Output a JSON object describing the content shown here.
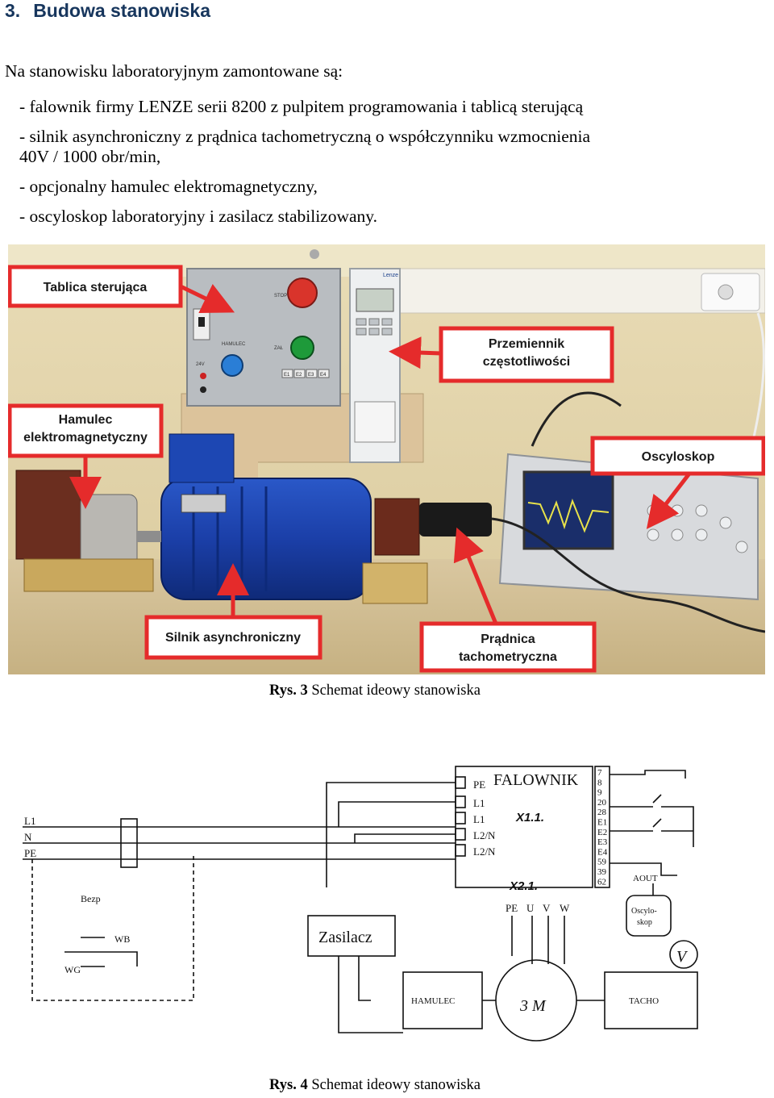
{
  "section": {
    "number": "3.",
    "title": "Budowa stanowiska"
  },
  "intro": "Na stanowisku laboratoryjnym zamontowane są:",
  "items": [
    "- falownik firmy LENZE serii 8200 z pulpitem programowania i tablicą sterującą",
    "- silnik asynchroniczny z prądnica tachometryczną o współczynniku wzmocnienia",
    "40V / 1000 obr/min,",
    "- opcjonalny hamulec elektromagnetyczny,",
    "- oscyloskop laboratoryjny i zasilacz stabilizowany."
  ],
  "photo_labels": {
    "tablica": "Tablica sterująca",
    "przemiennik_1": "Przemiennik",
    "przemiennik_2": "częstotliwości",
    "hamulec_1": "Hamulec",
    "hamulec_2": "elektromagnetyczny",
    "oscyloskop": "Oscyloskop",
    "silnik": "Silnik asynchroniczny",
    "pradnica_1": "Prądnica",
    "pradnica_2": "tachometryczna"
  },
  "photo_device_text": {
    "stop": "STOP",
    "hamulec": "HAMULEC",
    "zal": "ZAŁ",
    "v24": "24V",
    "e1": "E1",
    "e2": "E2",
    "e3": "E3",
    "e4": "E4",
    "lenze": "Lenze"
  },
  "caption1": {
    "bold": "Rys. 3",
    "text": " Schemat ideowy stanowiska"
  },
  "schematic": {
    "falownik": "FALOWNIK",
    "pins_left": [
      "PE",
      "L1",
      "L1",
      "L2/N",
      "L2/N"
    ],
    "x11": "X1.1.",
    "x21": "X2.1.",
    "pins_right": [
      "7",
      "8",
      "9",
      "20",
      "28",
      "E1",
      "E2",
      "E3",
      "E4",
      "59",
      "39",
      "62"
    ],
    "pins_bottom": [
      "PE",
      "U",
      "V",
      "W"
    ],
    "mains": [
      "L1",
      "N",
      "PE"
    ],
    "bezp": "Bezp",
    "wb": "WB",
    "wg": "WG",
    "zasilacz": "Zasilacz",
    "hamulec": "HAMULEC",
    "motor": "3 M",
    "tacho": "TACHO",
    "aout": "AOUT",
    "oscyloskop_1": "Oscylo-",
    "oscyloskop_2": "skop",
    "voltmeter": "V"
  },
  "caption2": {
    "bold": "Rys. 4",
    "text": " Schemat ideowy stanowiska"
  }
}
